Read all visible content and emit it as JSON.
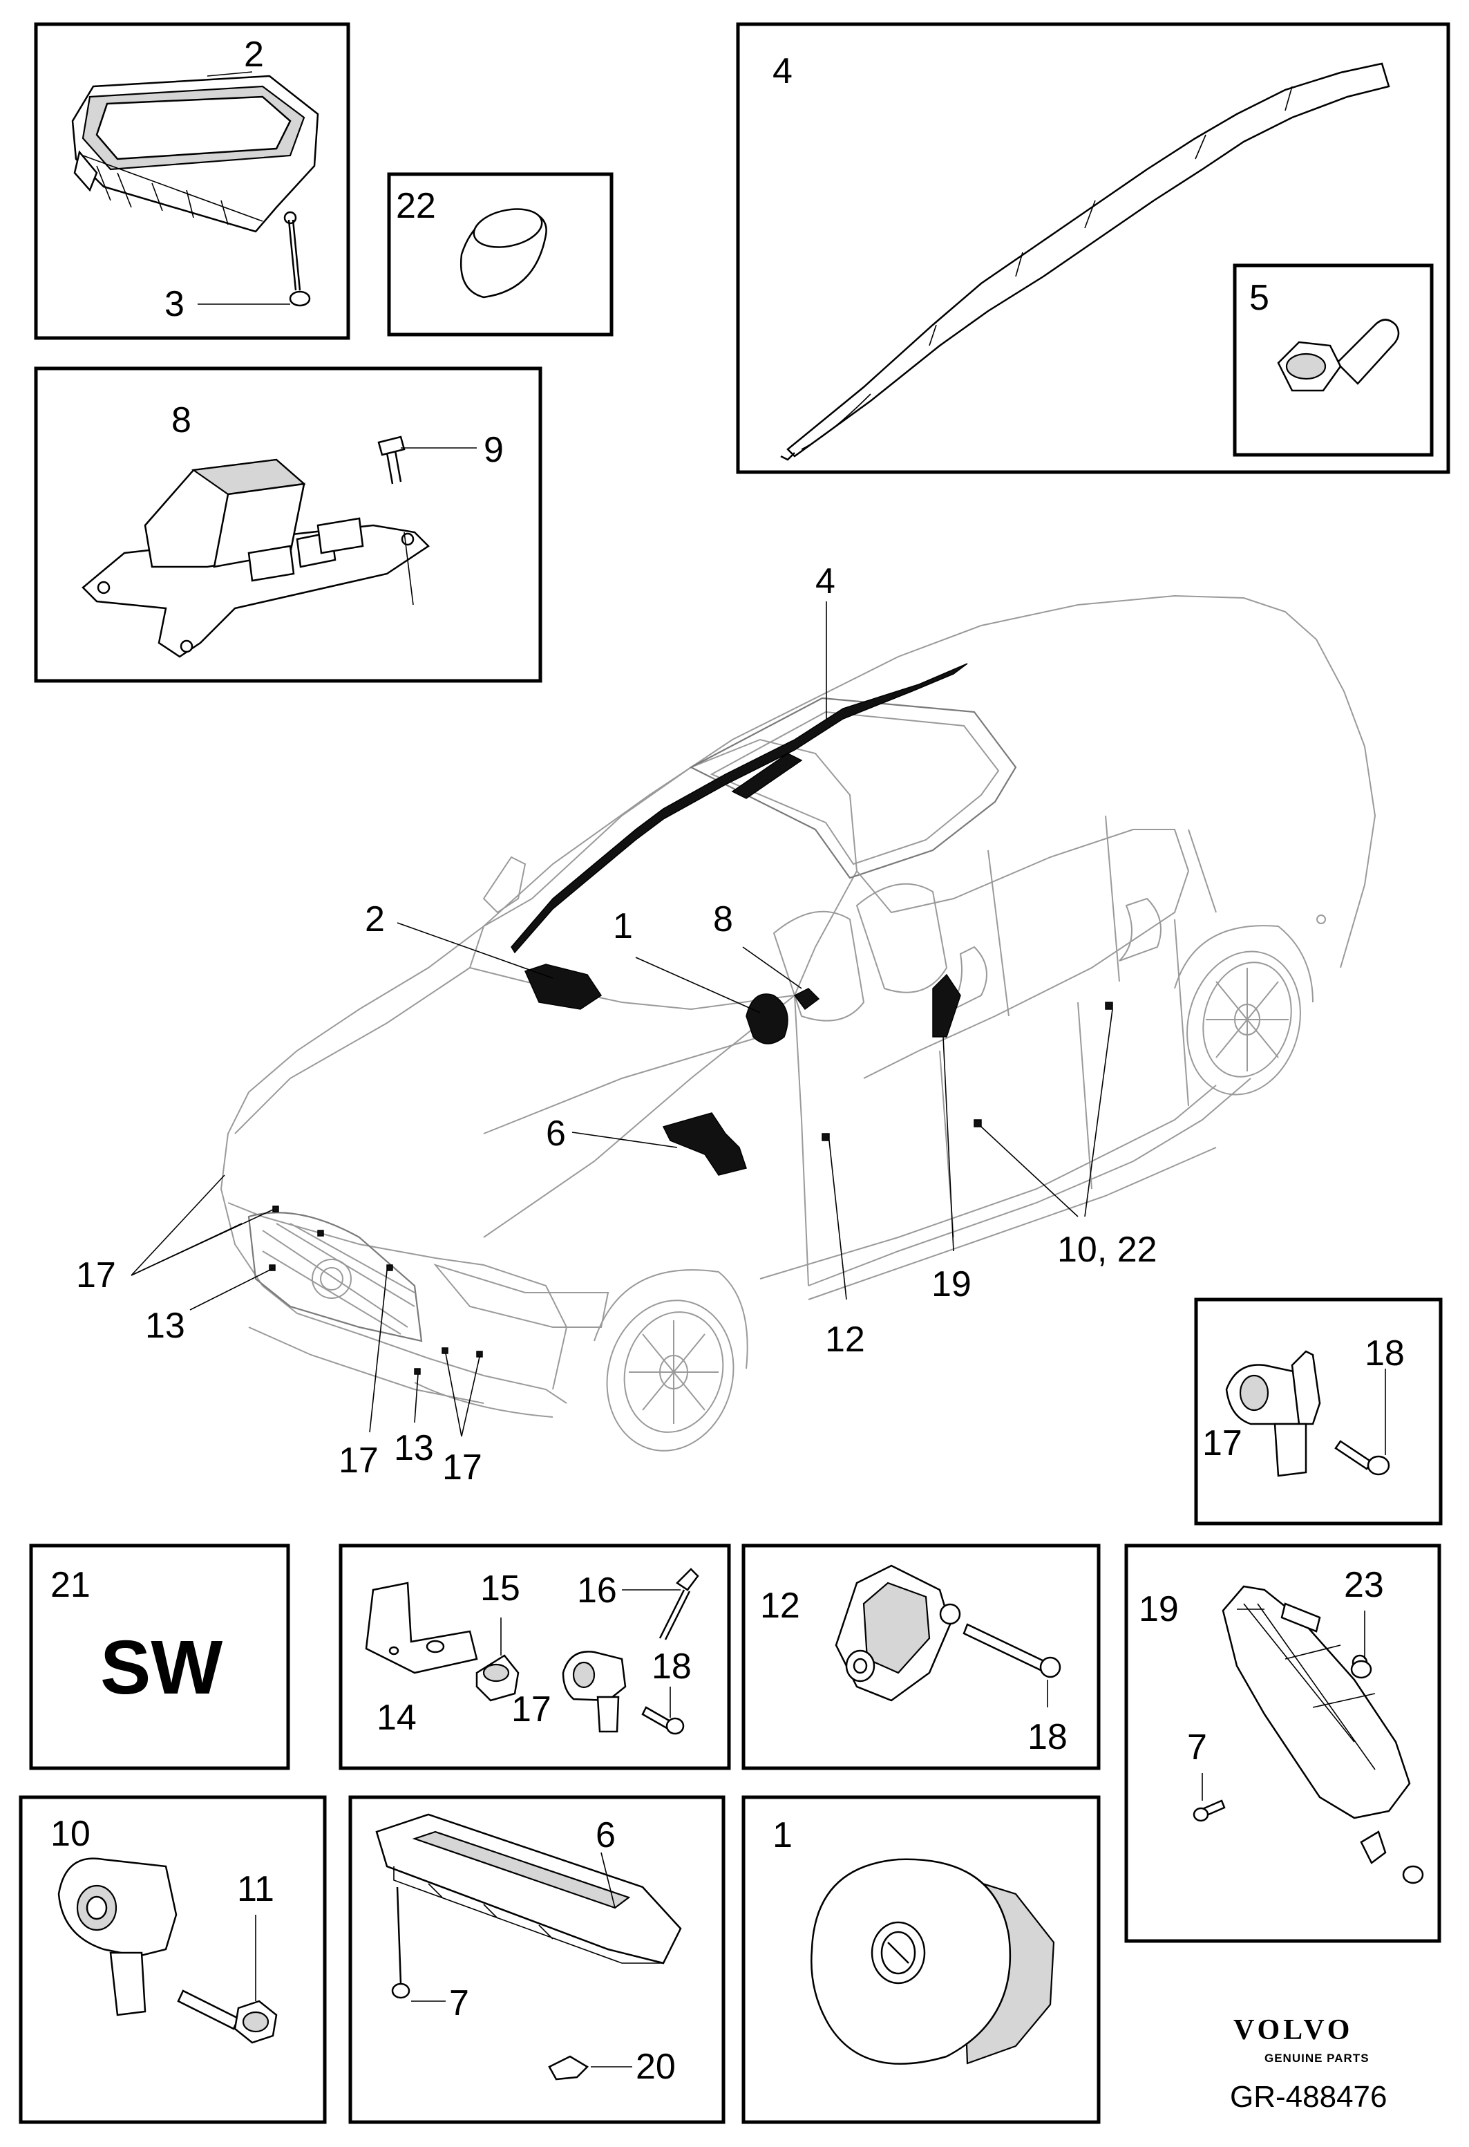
{
  "diagram": {
    "callouts": {
      "c1": "1",
      "c2": "2",
      "c3": "3",
      "c4": "4",
      "c5": "5",
      "c6": "6",
      "c7": "7",
      "c8": "8",
      "c9": "9",
      "c10": "10",
      "c11": "11",
      "c12": "12",
      "c13": "13",
      "c14": "14",
      "c15": "15",
      "c16": "16",
      "c17": "17",
      "c18": "18",
      "c19": "19",
      "c20": "20",
      "c21": "21",
      "c22": "22",
      "c23": "23",
      "c10_22": "10, 22"
    },
    "software_label": "SW"
  },
  "footer": {
    "brand": "VOLVO",
    "brand_sub": "GENUINE PARTS",
    "reference": "GR-488476"
  },
  "icons": [
    "airbag-module-icon",
    "bolt-icon",
    "sensor-icon",
    "rivet-icon",
    "clip-nut-icon",
    "steering-wheel-airbag-icon",
    "curtain-airbag-icon",
    "volvo-logo-icon"
  ]
}
